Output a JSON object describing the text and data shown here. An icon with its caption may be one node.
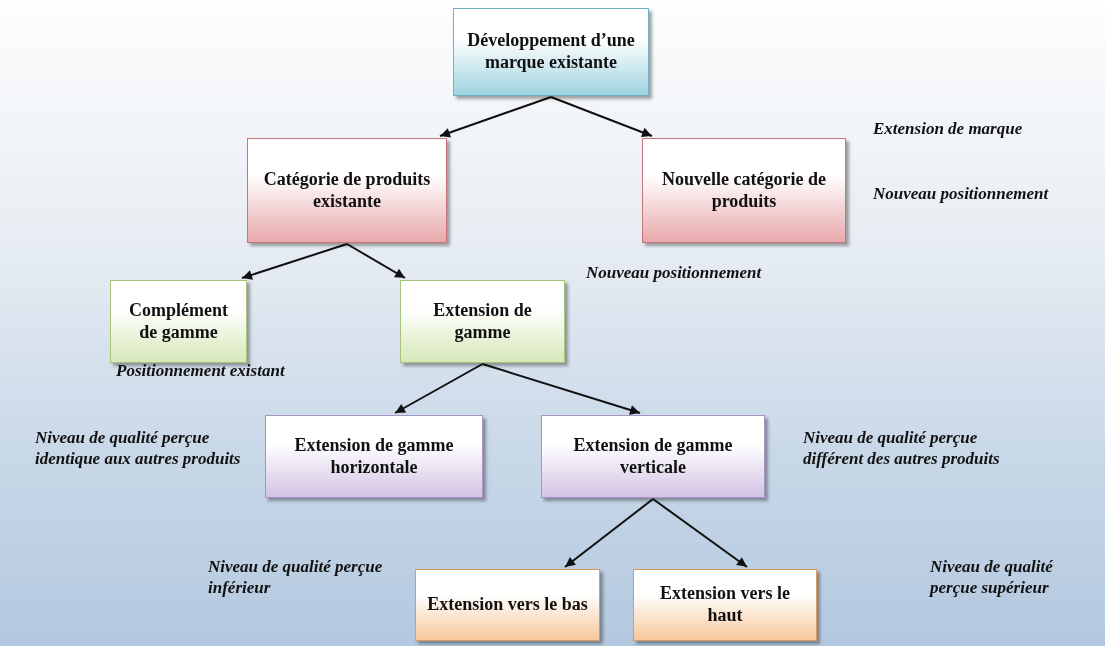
{
  "diagram": {
    "nodes": [
      {
        "text": [
          "Développement d’une marque existante"
        ]
      },
      {
        "text": [
          "Catégorie de produits existante"
        ]
      },
      {
        "text": [
          "Nouvelle catégorie de produits"
        ]
      },
      {
        "text": [
          "Complément de gamme"
        ]
      },
      {
        "text": [
          "Extension de gamme"
        ]
      },
      {
        "text": [
          "Extension de gamme horizontale"
        ]
      },
      {
        "text": [
          "Extension de gamme verticale"
        ]
      },
      {
        "text": [
          "Extension vers le bas"
        ]
      },
      {
        "text": [
          "Extension vers le haut"
        ]
      }
    ],
    "edges": [
      {
        "from": 0,
        "to": 1,
        "arrow": "to"
      },
      {
        "from": 0,
        "to": 2,
        "arrow": "to"
      },
      {
        "from": 1,
        "to": 3,
        "arrow": "to"
      },
      {
        "from": 1,
        "to": 4,
        "arrow": "to"
      },
      {
        "from": 4,
        "to": 5,
        "arrow": "to"
      },
      {
        "from": 4,
        "to": 6,
        "arrow": "to"
      },
      {
        "from": 6,
        "to": 7,
        "arrow": "to"
      },
      {
        "from": 6,
        "to": 8,
        "arrow": "to"
      }
    ],
    "labels": [
      "Extension de marque",
      "Nouveau positionnement",
      "Nouveau positionnement",
      "Positionnement existant",
      "Niveau de qualité perçue identique aux autres produits",
      "Niveau de qualité perçue différent des autres produits",
      "Niveau de qualité perçue inférieur",
      "Niveau de qualité perçue supérieur"
    ]
  }
}
